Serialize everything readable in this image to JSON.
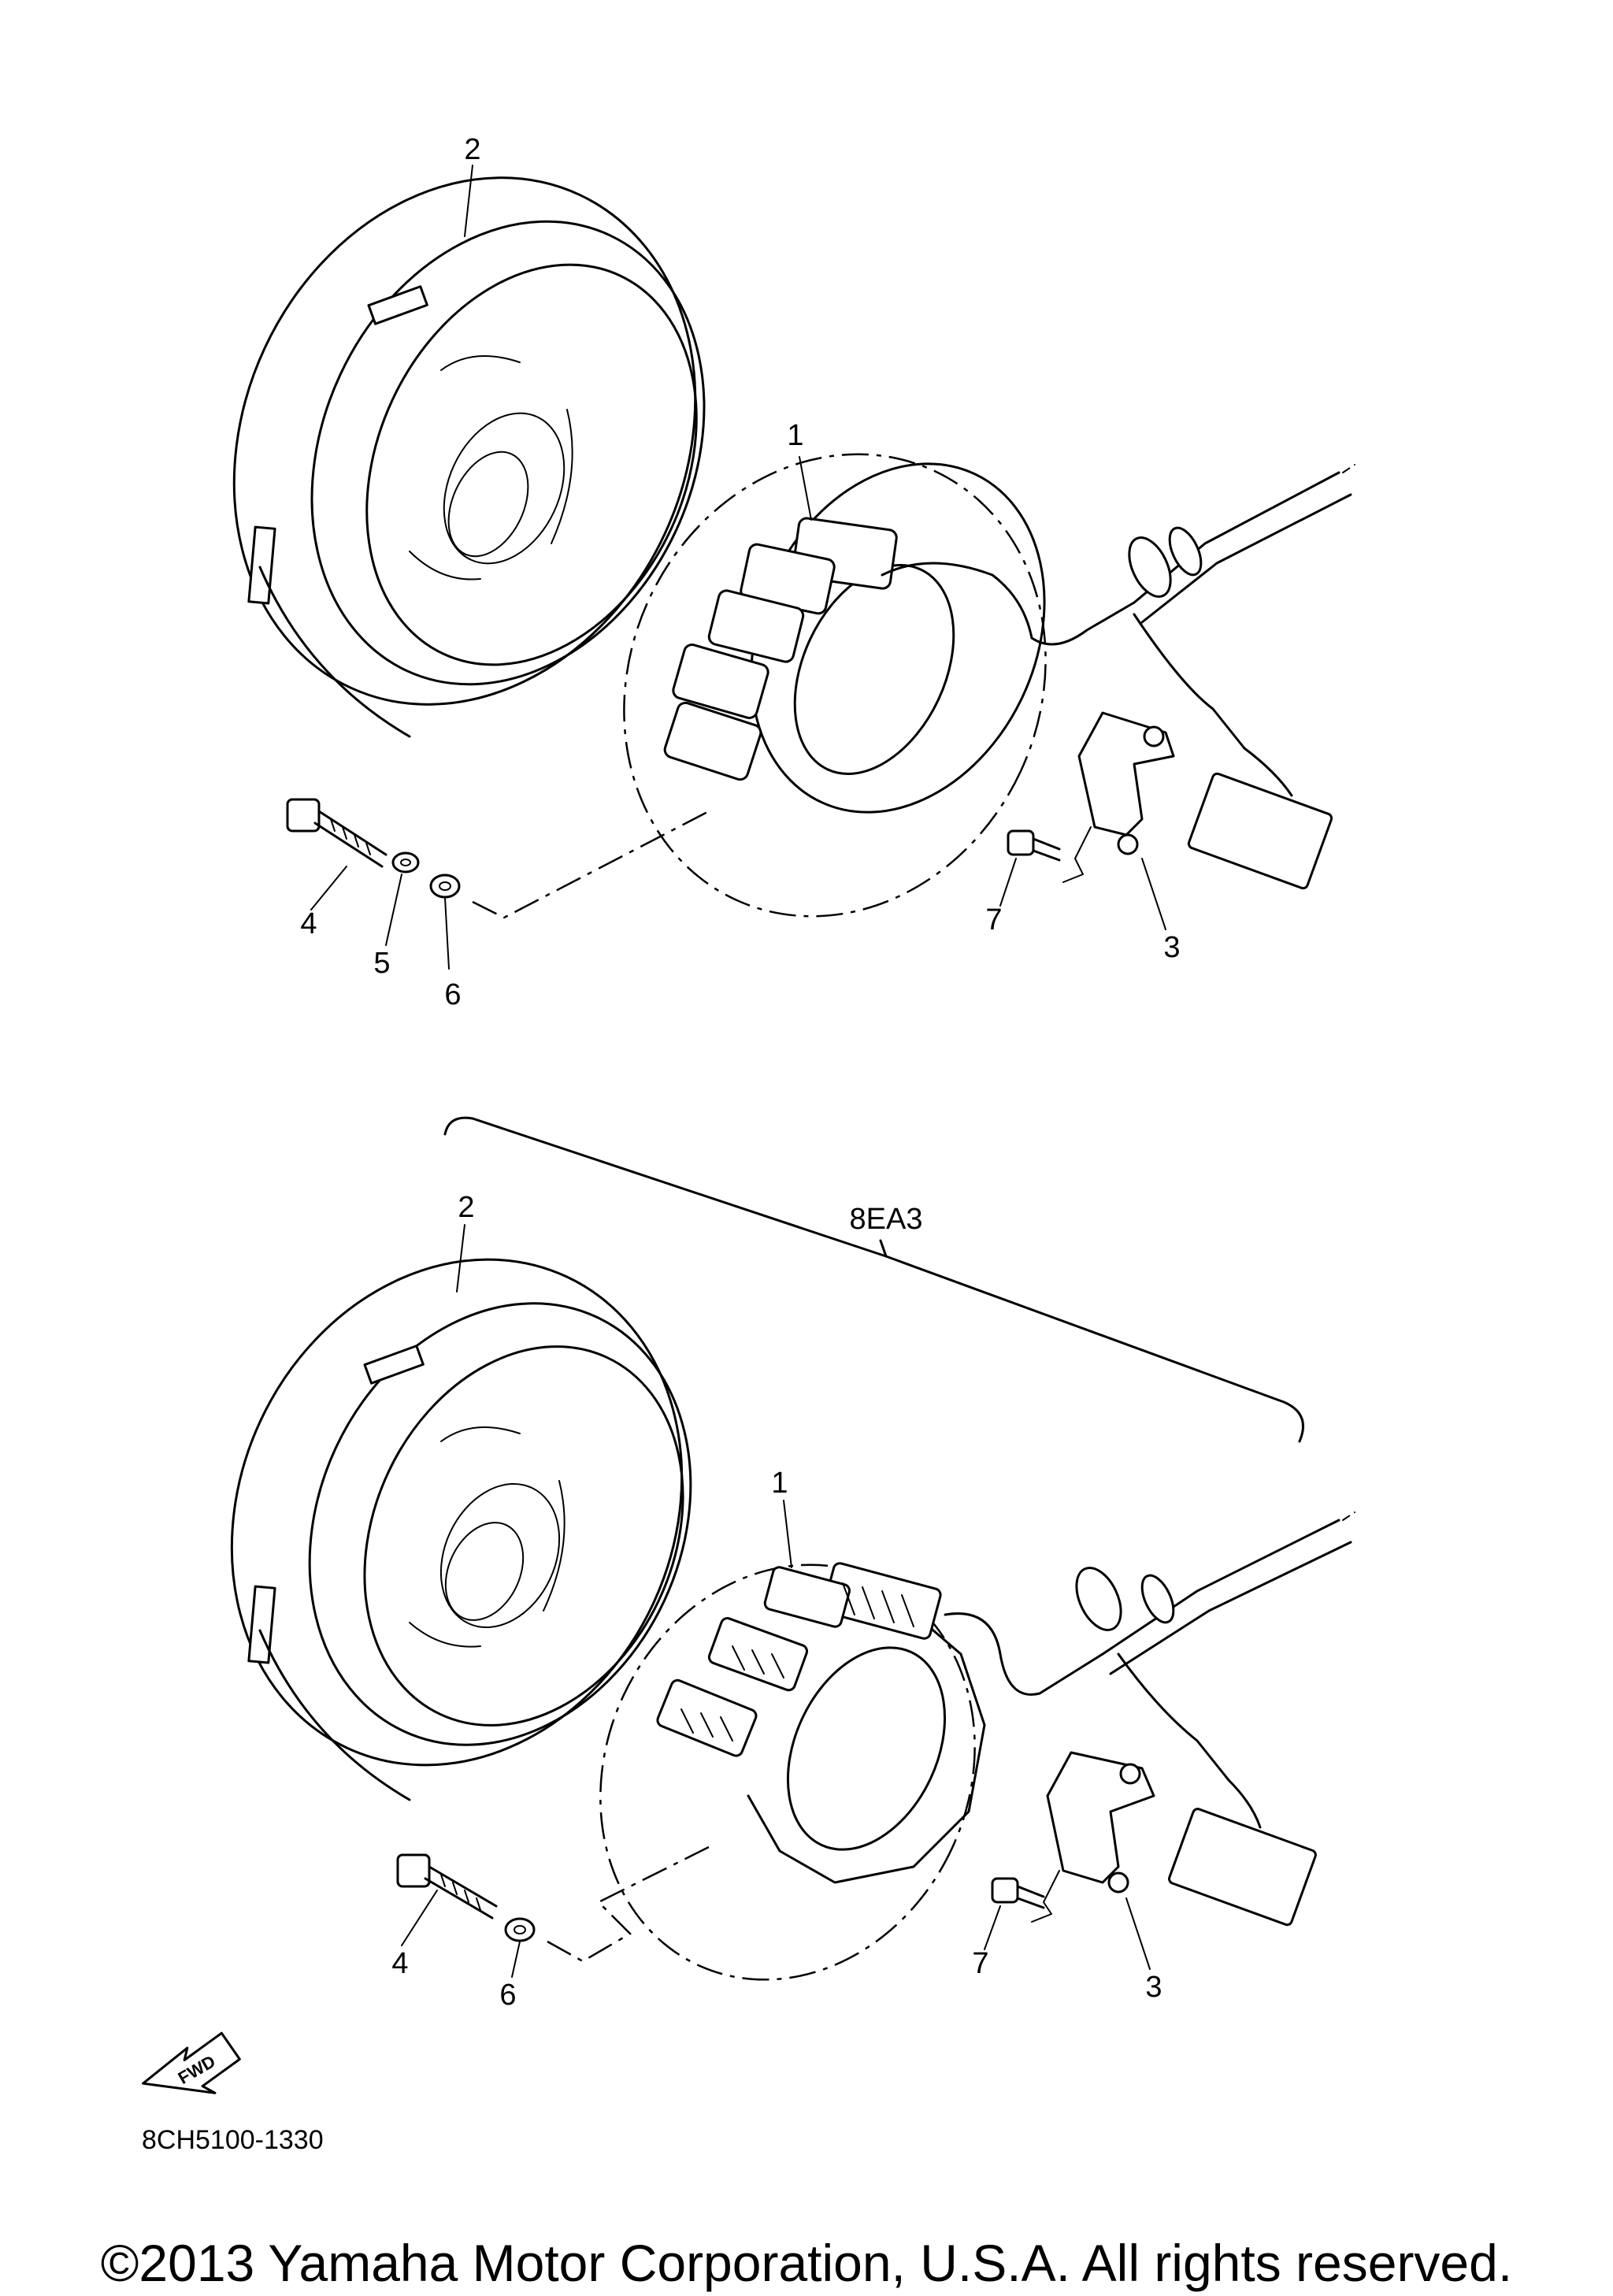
{
  "top_assembly": {
    "callouts": [
      "1",
      "2",
      "3",
      "4",
      "5",
      "6",
      "7"
    ]
  },
  "bottom_assembly": {
    "model_code": "8EA3",
    "callouts": [
      "1",
      "2",
      "3",
      "4",
      "6",
      "7"
    ]
  },
  "fwd_arrow_label": "FWD",
  "figure_code": "8CH5100-1330",
  "copyright": "©2013 Yamaha Motor Corporation, U.S.A. All rights reserved."
}
